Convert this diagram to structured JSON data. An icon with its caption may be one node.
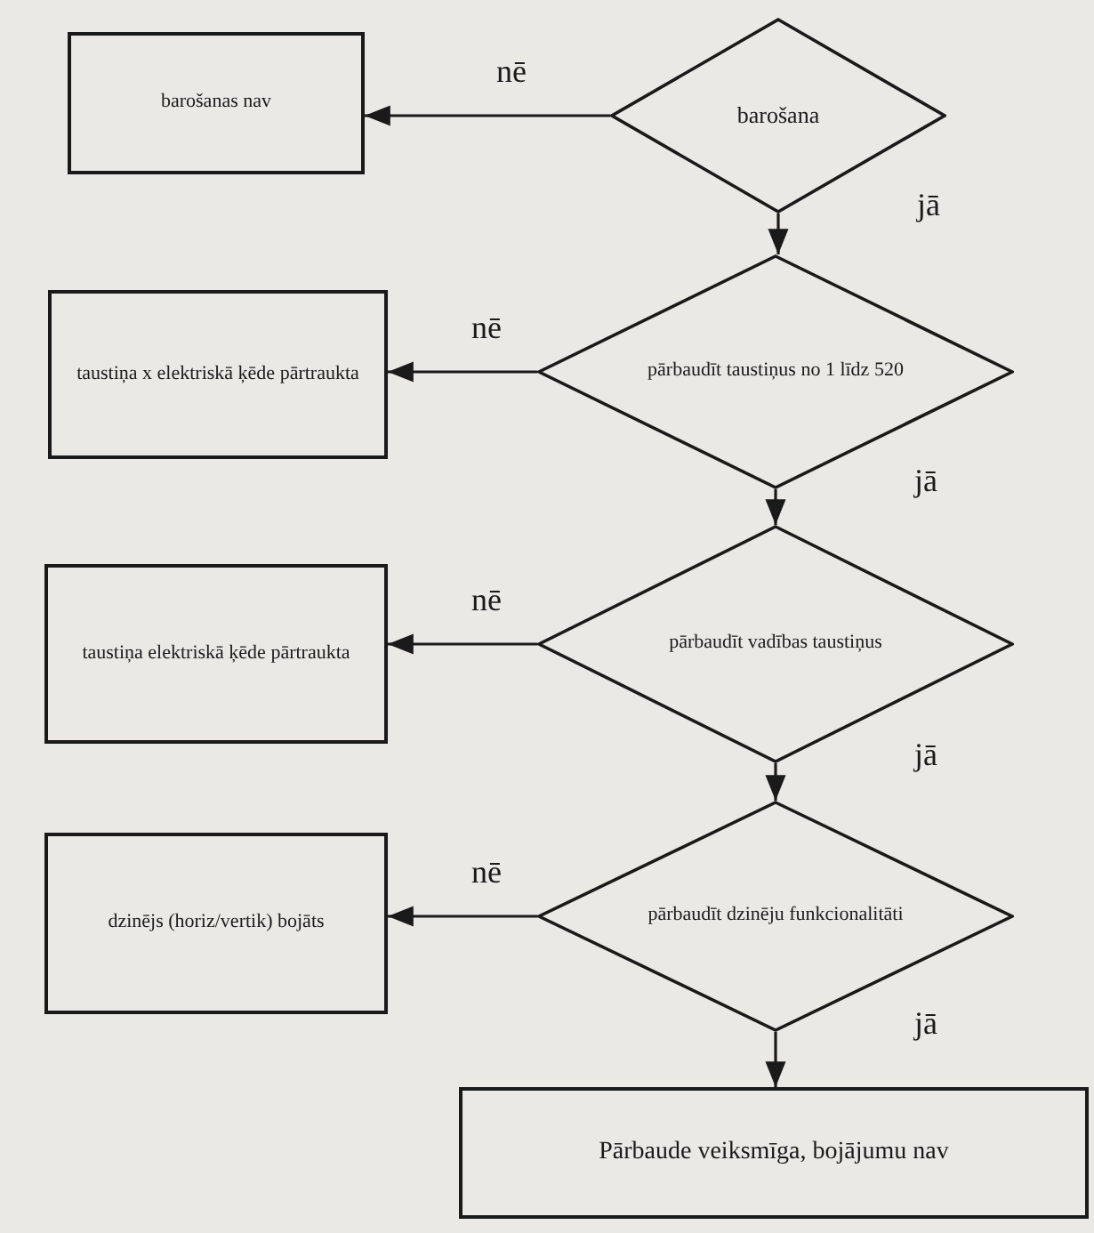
{
  "diagram": {
    "nodes": [
      {
        "text": [
          "barošanas nav"
        ]
      },
      {
        "text": [
          "barošana"
        ]
      },
      {
        "text": [
          "taustiņa x elektriskā ķēde pārtraukta"
        ]
      },
      {
        "text": [
          "pārbaudīt taustiņus no 1 līdz 520"
        ]
      },
      {
        "text": [
          "taustiņa elektriskā ķēde pārtraukta"
        ]
      },
      {
        "text": [
          "pārbaudīt vadības taustiņus"
        ]
      },
      {
        "text": [
          "dzinējs (horiz/vertik) bojāts"
        ]
      },
      {
        "text": [
          "pārbaudīt dzinēju funkcionalitāti"
        ]
      },
      {
        "text": [
          "Pārbaude veiksmīga, bojājumu nav"
        ]
      }
    ],
    "edges": [
      {
        "from": 1,
        "to": 0,
        "arrow": "to",
        "label": "nē"
      },
      {
        "from": 1,
        "to": 3,
        "arrow": "to",
        "label": "jā"
      },
      {
        "from": 3,
        "to": 2,
        "arrow": "to",
        "label": "nē"
      },
      {
        "from": 3,
        "to": 5,
        "arrow": "to",
        "label": "jā"
      },
      {
        "from": 5,
        "to": 4,
        "arrow": "to",
        "label": "nē"
      },
      {
        "from": 5,
        "to": 7,
        "arrow": "to",
        "label": "jā"
      },
      {
        "from": 7,
        "to": 6,
        "arrow": "to",
        "label": "nē"
      },
      {
        "from": 7,
        "to": 8,
        "arrow": "to",
        "label": "jā"
      }
    ]
  }
}
